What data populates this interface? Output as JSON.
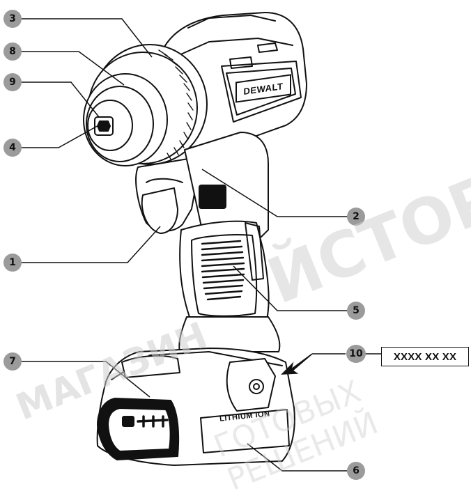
{
  "callouts": [
    {
      "label": "3"
    },
    {
      "label": "8"
    },
    {
      "label": "9"
    },
    {
      "label": "4"
    },
    {
      "label": "2"
    },
    {
      "label": "1"
    },
    {
      "label": "5"
    },
    {
      "label": "7"
    },
    {
      "label": "10"
    },
    {
      "label": "6"
    }
  ],
  "brand_logo_text": "DEWALT",
  "battery_label_text": "LITHIUM ION",
  "serial_box_text": "XXXX XX XX",
  "watermark": {
    "line1": "МАГАЗИН",
    "line2": "ЙСТОР",
    "line3": "ГОТОВЫХ РЕШЕНИЙ"
  },
  "colors": {
    "callout_fill": "#9b9b9b",
    "line": "#111111"
  }
}
